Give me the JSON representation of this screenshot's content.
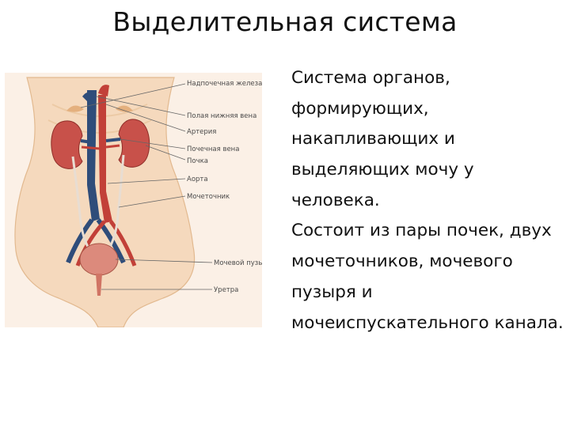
{
  "slide": {
    "title": "Выделительная система",
    "bullets": [
      "Система органов, формирующих, накапливающих и выделяющих мочу у человека.",
      "Состоит из пары почек, двух мочеточников, мочевого пузыря и мочеиспускательного канала."
    ]
  },
  "figure": {
    "labels": {
      "adrenal": "Надпочечная железа",
      "vena_cava": "Полая нижняя вена",
      "artery": "Артерия",
      "renal_vein": "Почечная вена",
      "kidney": "Почка",
      "aorta": "Аорта",
      "ureter": "Мочеточник",
      "bladder": "Мочевой пузырь",
      "urethra": "Уретра"
    },
    "colors": {
      "background": "#fbf0e6",
      "skin": "#f5d9bd",
      "kidney": "#c8514a",
      "vein": "#2f4d7a",
      "aorta": "#c24038",
      "bladder": "#dc8a7c"
    }
  }
}
